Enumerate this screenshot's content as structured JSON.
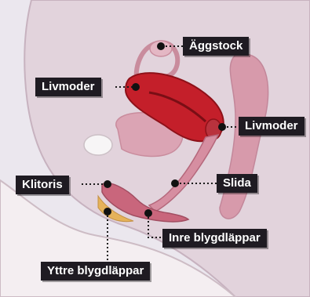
{
  "labels": {
    "aggstock": "Äggstock",
    "livmoder": "Livmoder",
    "livmodertapp": "Livmoder",
    "klitoris": "Klitoris",
    "slida": "Slida",
    "inre_blygdlappar": "Inre blygdläppar",
    "yttre_blygdlappar": "Yttre blygdläppar"
  },
  "colors": {
    "background": "#e9e5ec",
    "uterus": "#c41f2a",
    "tissue": "#d7a1b0",
    "label_bg": "#1f1b22",
    "label_text": "#ffffff"
  }
}
